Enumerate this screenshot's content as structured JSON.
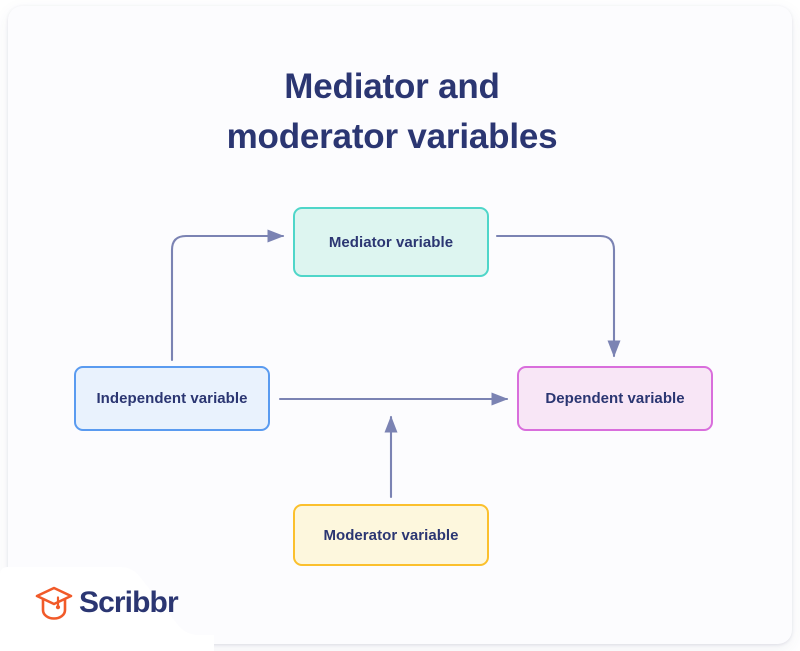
{
  "title": {
    "line1": "Mediator and",
    "line2": "moderator variables"
  },
  "diagram": {
    "type": "concept-diagram",
    "nodes": [
      {
        "id": "independent",
        "label": "Independent variable",
        "fill": "#e9f2fd",
        "border": "#5a9bf0"
      },
      {
        "id": "mediator",
        "label": "Mediator variable",
        "fill": "#ddf5f0",
        "border": "#4fd6c9"
      },
      {
        "id": "dependent",
        "label": "Dependent variable",
        "fill": "#f8e6f6",
        "border": "#d96edc"
      },
      {
        "id": "moderator",
        "label": "Moderator variable",
        "fill": "#fdf7dd",
        "border": "#fbc02d"
      }
    ],
    "edges": [
      {
        "from": "independent",
        "to": "mediator",
        "style": "elbow-up-right"
      },
      {
        "from": "mediator",
        "to": "dependent",
        "style": "elbow-right-down"
      },
      {
        "from": "independent",
        "to": "dependent",
        "style": "straight-right"
      },
      {
        "from": "moderator",
        "to": "independent-dependent-path",
        "style": "straight-up"
      }
    ],
    "arrow_color": "#7b83b3",
    "text_color": "#2b3672"
  },
  "branding": {
    "name": "Scribbr",
    "logo_icon": "graduation-cap-icon",
    "icon_color": "#f15a29",
    "wordmark_color": "#2b3672"
  }
}
